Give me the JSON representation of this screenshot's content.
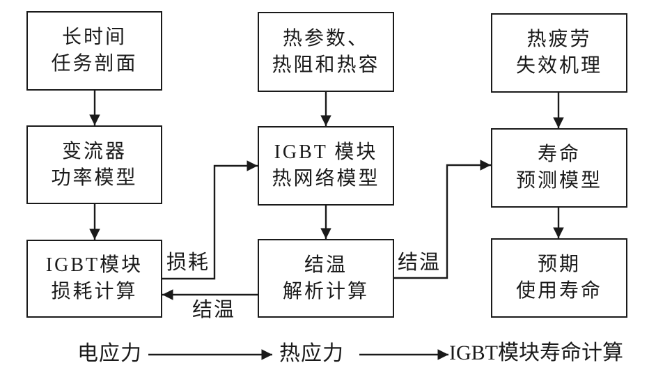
{
  "diagram": {
    "boxes": [
      {
        "name": "mission-profile",
        "line1": "长时间",
        "line2": "任务剖面"
      },
      {
        "name": "converter-power-model",
        "line1": "变流器",
        "line2": "功率模型"
      },
      {
        "name": "igbt-module-loss-calculation",
        "line1": "IGBT模块",
        "line2": "损耗计算"
      },
      {
        "name": "thermal-parameters",
        "line1": "热参数、",
        "line2": "热阻和热容"
      },
      {
        "name": "igbt-module-thermal-network-model",
        "line1": "IGBT 模块",
        "line2": "热网络模型"
      },
      {
        "name": "junction-temp-analytical-calculation",
        "line1": "结温",
        "line2": "解析计算"
      },
      {
        "name": "thermal-fatigue-failure-mechanism",
        "line1": "热疲劳",
        "line2": "失效机理"
      },
      {
        "name": "lifetime-prediction-model",
        "line1": "寿命",
        "line2": "预测模型"
      },
      {
        "name": "expected-service-life",
        "line1": "预期",
        "line2": "使用寿命"
      }
    ],
    "edge_labels": {
      "loss": "损耗",
      "junction_temp_feedback": "结温",
      "junction_temp_forward": "结温"
    },
    "bottom_flow": {
      "stage1": "电应力",
      "stage2": "热应力",
      "stage3": "IGBT模块寿命计算"
    },
    "colors": {
      "line": "#1a1a1a",
      "background": "#ffffff",
      "text": "#1a1a1a"
    }
  }
}
